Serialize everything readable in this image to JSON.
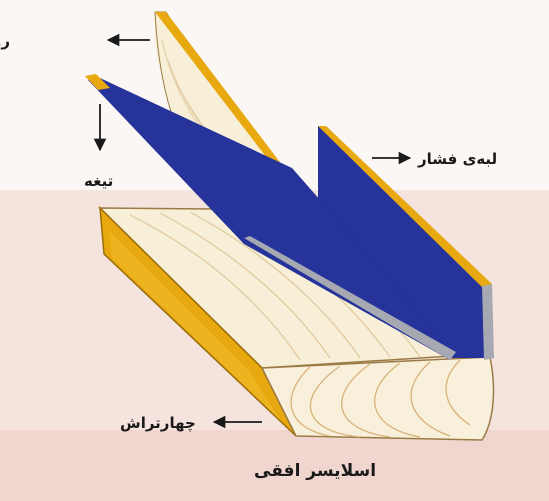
{
  "labels": {
    "veneer": "روکش",
    "blade": "تیغه",
    "pressure_bar": "لبه‌ی فشار",
    "flitch": "چهارتراش",
    "caption": "اسلایسر افقی"
  },
  "colors": {
    "blade_blue": "#25339a",
    "edge_yellow": "#e7a90f",
    "wood_light": "#f5ecd3",
    "wood_grain": "#d9b98a",
    "steel_gray": "#a6a9b2",
    "background_blush": "#f3dcd6"
  }
}
